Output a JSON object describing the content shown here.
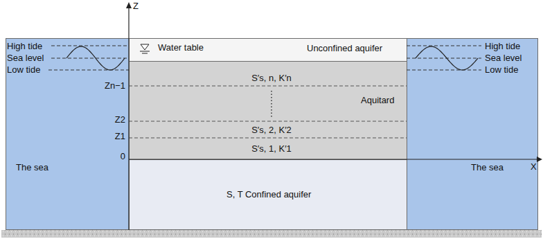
{
  "diagram": {
    "nodes": [
      {
        "text": [
          "The sea"
        ]
      },
      {
        "text": [
          "Unconfined aquifer"
        ]
      },
      {
        "text": [
          "Aquitard"
        ]
      },
      {
        "text": [
          "S, T Confined aquifer"
        ]
      },
      {
        "text": [
          "The sea"
        ]
      }
    ],
    "labels": [
      "Z",
      "High tide",
      "Sea level",
      "Low tide",
      "Water table",
      "High tide",
      "Sea level",
      "Low tide",
      "S′s, n, K′n",
      "Zn−1",
      "Z2",
      "Z1",
      "0",
      "S′s, 2, K′2",
      "S′s, 1, K′1",
      "X"
    ]
  }
}
